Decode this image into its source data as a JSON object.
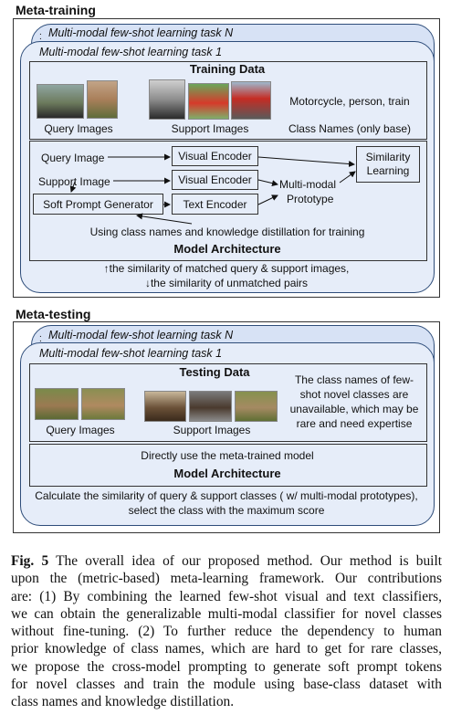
{
  "meta_training": {
    "section_title": "Meta-training",
    "task_back": "Multi-modal few-shot learning task N",
    "task_front": "Multi-modal few-shot learning task 1",
    "training_data": {
      "title": "Training Data",
      "query_label": "Query Images",
      "support_label": "Support Images",
      "class_names": "Motorcycle, person, train",
      "class_names_label": "Class Names (only base)"
    },
    "architecture": {
      "title": "Model Architecture",
      "query_image": "Query Image",
      "support_image": "Support Image",
      "soft_prompt": "Soft Prompt Generator",
      "visual_encoder_1": "Visual Encoder",
      "visual_encoder_2": "Visual Encoder",
      "text_encoder": "Text Encoder",
      "prototype_line1": "Multi-modal",
      "prototype_line2": "Prototype",
      "similarity_line1": "Similarity",
      "similarity_line2": "Learning",
      "training_note": "Using class names and knowledge distillation for training"
    },
    "objective_line1": "↑the similarity of matched query & support images,",
    "objective_line2": "↓the similarity of unmatched pairs"
  },
  "meta_testing": {
    "section_title": "Meta-testing",
    "task_back": "Multi-modal few-shot learning task N",
    "task_front": "Multi-modal few-shot learning task 1",
    "testing_data": {
      "title": "Testing Data",
      "query_label": "Query Images",
      "support_label": "Support Images",
      "note_line1": "The class names of few-",
      "note_line2": "shot novel classes are",
      "note_line3": "unavailable, which may be",
      "note_line4": "rare and need expertise"
    },
    "architecture": {
      "note": "Directly use the meta-trained model",
      "title": "Model Architecture"
    },
    "calc_line1": "Calculate the similarity of query & support classes ( w/ multi-modal prototypes),",
    "calc_line2": "select the class with the maximum score"
  },
  "caption": {
    "label": "Fig. 5",
    "line1": "The overall idea of our proposed method. Our method is built",
    "line2": "upon the (metric-based) meta-learning framework. Our contributions",
    "line3": "are: (1) By combining the learned few-shot visual and text classifiers,",
    "line4": "we can obtain the generalizable multi-modal classifier for novel classes",
    "line5": "without fine-tuning. (2) To further reduce the dependency to human",
    "line6": "prior knowledge of class names, which are hard to get for rare classes,",
    "line7": "we propose the cross-model prompting to generate soft prompt tokens",
    "line8": "for novel classes and train the module using base-class dataset with",
    "line9": "class names and knowledge distillation."
  },
  "colors": {
    "card_back": "#d7e2f5",
    "card_front": "#e6edf9",
    "card_border": "#2e4d7a"
  }
}
